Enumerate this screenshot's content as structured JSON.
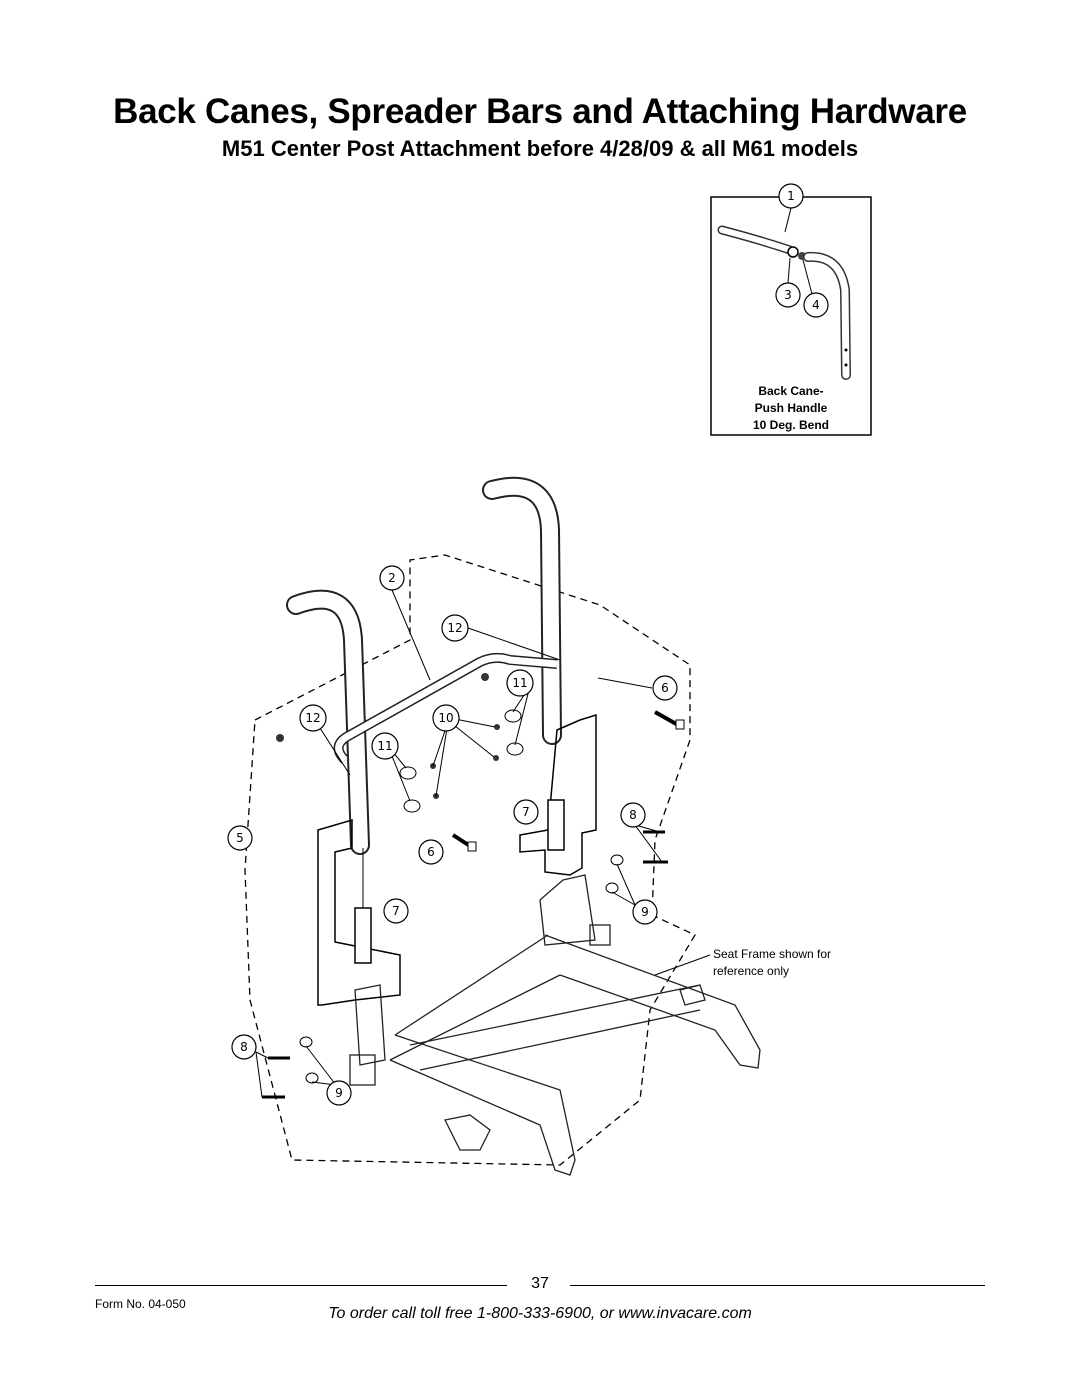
{
  "header": {
    "title": "Back Canes, Spreader Bars and Attaching Hardware",
    "subtitle": "M51 Center Post Attachment before 4/28/09 & all M61 models"
  },
  "inset": {
    "callouts": [
      "1",
      "3",
      "4"
    ],
    "caption": [
      "Back Cane-",
      "Push Handle",
      "10 Deg. Bend"
    ]
  },
  "diagram": {
    "callouts": [
      "2",
      "12",
      "11",
      "6",
      "12",
      "10",
      "11",
      "7",
      "5",
      "6",
      "8",
      "7",
      "9",
      "8",
      "9"
    ],
    "note": [
      "Seat Frame shown for",
      "reference only"
    ]
  },
  "footer": {
    "page_number": "37",
    "form_number": "Form No.  04-050",
    "order_text": "To order call toll free 1-800-333-6900, or www.invacare.com"
  }
}
